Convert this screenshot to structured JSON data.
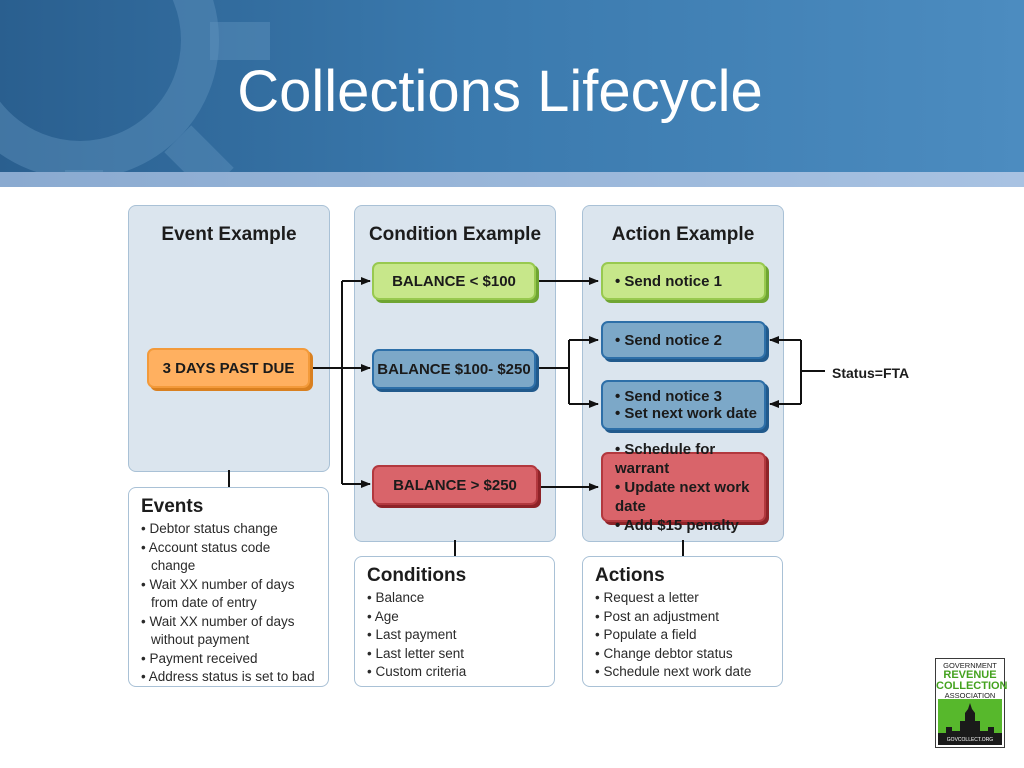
{
  "title": "Collections Lifecycle",
  "columns": {
    "event": {
      "heading": "Event Example",
      "box": "3 DAYS PAST DUE"
    },
    "condition": {
      "heading": "Condition Example",
      "boxes": [
        "BALANCE < $100",
        "BALANCE $100- $250",
        "BALANCE > $250"
      ]
    },
    "action": {
      "heading": "Action Example",
      "boxes": [
        [
          "• Send notice 1"
        ],
        [
          "• Send notice 2"
        ],
        [
          "• Send notice 3",
          "• Set next work date"
        ],
        [
          "• Schedule for warrant",
          "• Update next work date",
          "• Add $15 penalty"
        ]
      ]
    }
  },
  "status_label": "Status=FTA",
  "notes": {
    "events": {
      "heading": "Events",
      "items": [
        "Debtor status change",
        "Account status code change",
        "Wait XX number of days from date of entry",
        "Wait XX number of days without payment",
        "Payment received",
        "Address status is set to bad"
      ]
    },
    "conditions": {
      "heading": "Conditions",
      "items": [
        "Balance",
        "Age",
        "Last payment",
        "Last letter sent",
        "Custom criteria"
      ]
    },
    "actions": {
      "heading": "Actions",
      "items": [
        "Request a letter",
        "Post an adjustment",
        "Populate a field",
        "Change debtor status",
        "Schedule next work date"
      ]
    }
  },
  "logo": {
    "line1": "GOVERNMENT",
    "line2a": "REVENUE",
    "line2b": "COLLECTION",
    "line3": "ASSOCIATION",
    "footer": "GOVCOLLECT.ORG"
  },
  "colors": {
    "header": "#3a79ad",
    "orange": "#ffb060",
    "green": "#c7e78a",
    "blue": "#7ca8c8",
    "red": "#d9646a",
    "panel": "#dbe5ee"
  }
}
